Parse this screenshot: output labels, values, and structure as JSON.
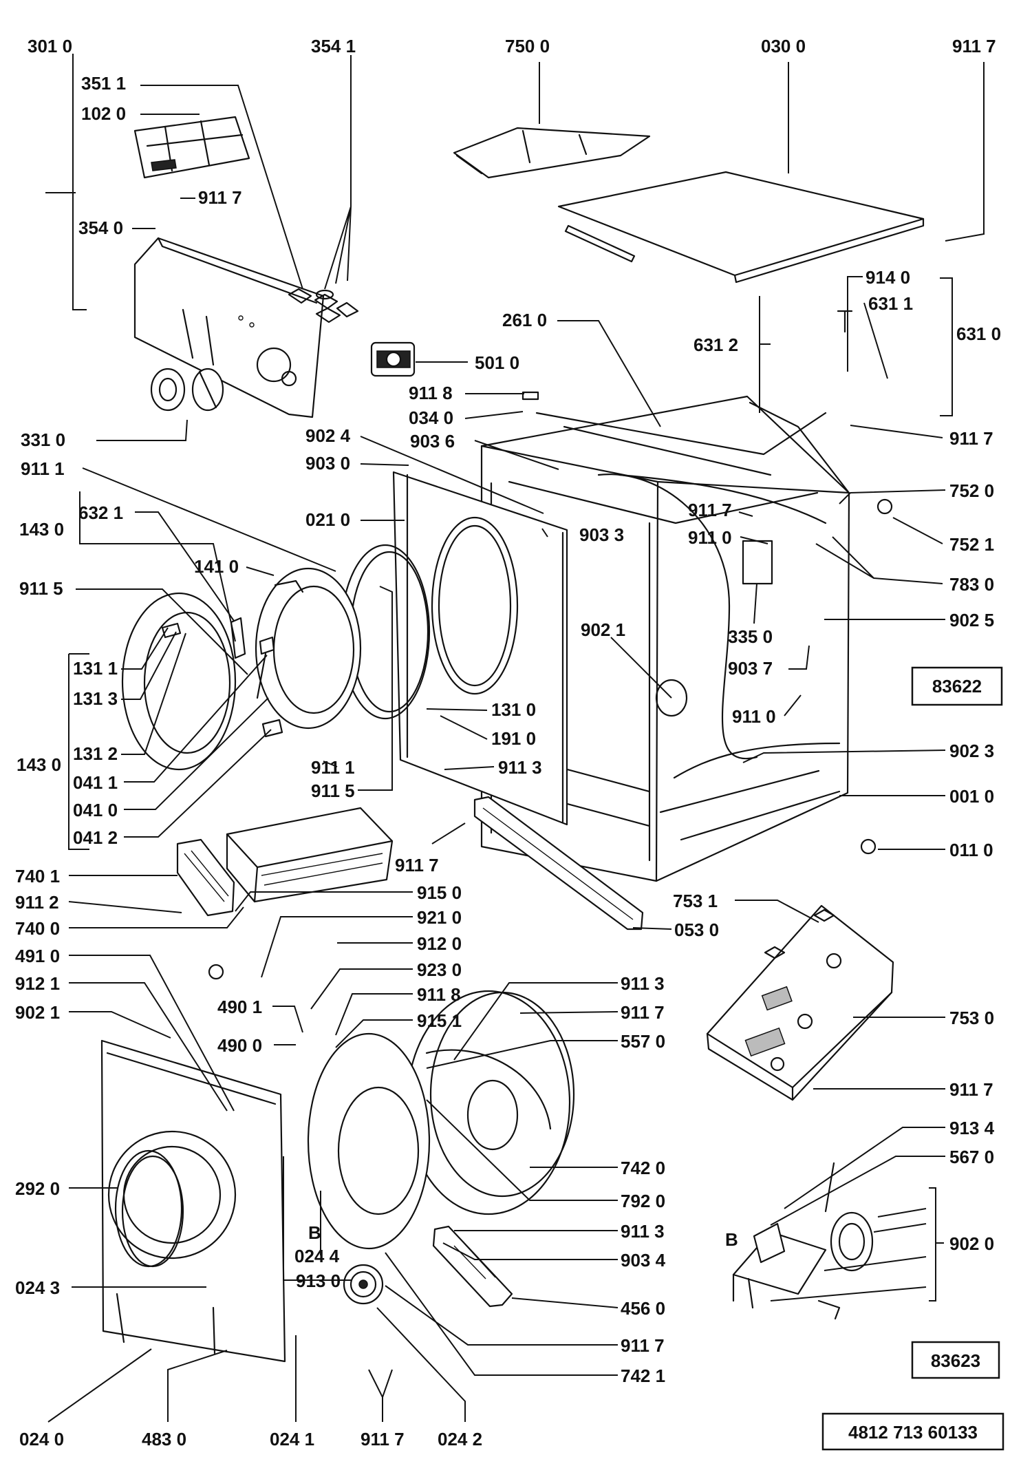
{
  "part_labels": [
    "301 0",
    "354 1",
    "750 0",
    "030 0",
    "911 7",
    "351 1",
    "102 0",
    "911 7",
    "354 0",
    "914 0",
    "631 1",
    "631 2",
    "631 0",
    "501 0",
    "261 0",
    "911 8",
    "034 0",
    "331 0",
    "902 4",
    "903 6",
    "911 7",
    "911 1",
    "903 0",
    "021 0",
    "752 0",
    "632 1",
    "143 0",
    "911 7",
    "911 0",
    "903 3",
    "752 1",
    "141 0",
    "911 5",
    "783 0",
    "902 5",
    "902 1",
    "335 0",
    "131 1",
    "903 7",
    "131 3",
    "131 0",
    "131 2",
    "191 0",
    "911 0",
    "143 0",
    "911 1",
    "911 5",
    "911 3",
    "902 3",
    "041 1",
    "041 0",
    "001 0",
    "041 2",
    "011 0",
    "740 1",
    "911 7",
    "911 2",
    "915 0",
    "753 1",
    "740 0",
    "053 0",
    "921 0",
    "491 0",
    "912 0",
    "923 0",
    "912 1",
    "911 8",
    "911 3",
    "490 1",
    "902 1",
    "915 1",
    "911 7",
    "490 0",
    "557 0",
    "753 0",
    "911 7",
    "913 4",
    "567 0",
    "742 0",
    "292 0",
    "792 0",
    "911 3",
    "902 0",
    "024 4",
    "903 4",
    "913 0",
    "024 3",
    "456 0",
    "911 7",
    "742 1",
    "024 0",
    "483 0",
    "024 1",
    "911 7",
    "024 2"
  ],
  "callouts": [
    "B",
    "B"
  ],
  "reference_boxes": [
    "83622",
    "83623",
    "4812 713 60133"
  ]
}
